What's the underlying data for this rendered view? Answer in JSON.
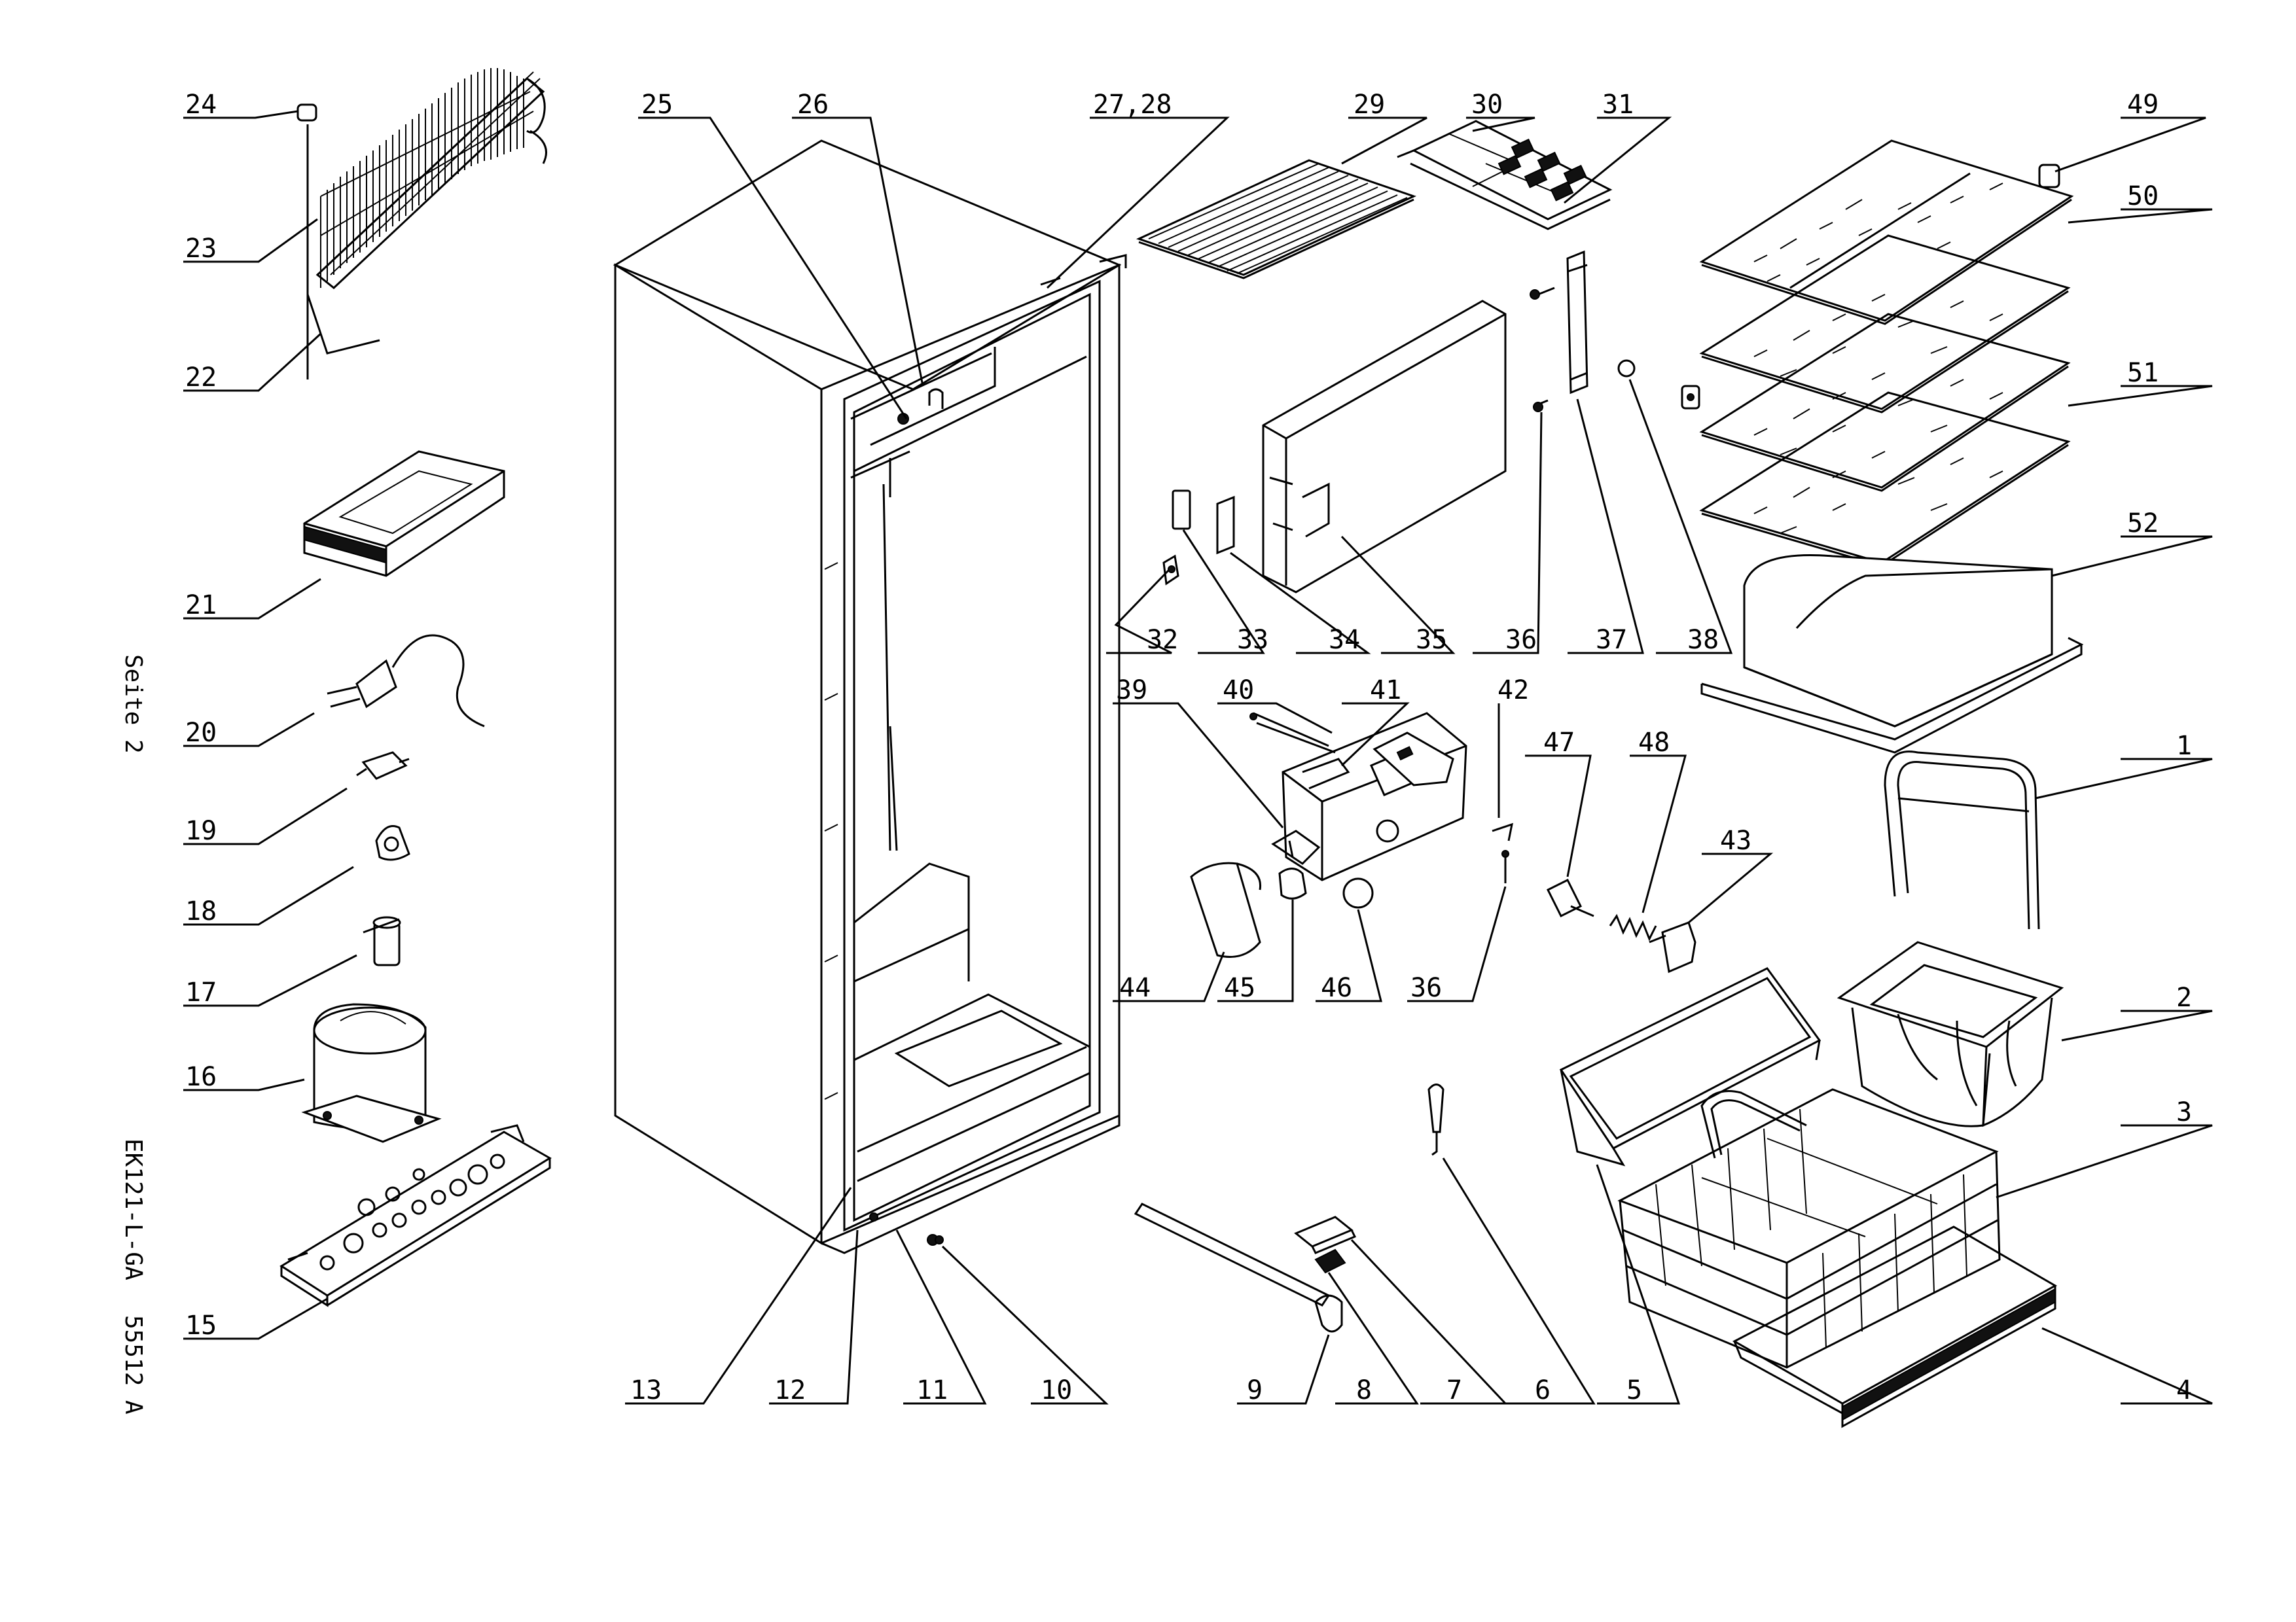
{
  "labels": [
    {
      "id": "24",
      "text": "24"
    },
    {
      "id": "23",
      "text": "23"
    },
    {
      "id": "22",
      "text": "22"
    },
    {
      "id": "21",
      "text": "21"
    },
    {
      "id": "20",
      "text": "20"
    },
    {
      "id": "19",
      "text": "19"
    },
    {
      "id": "18",
      "text": "18"
    },
    {
      "id": "17",
      "text": "17"
    },
    {
      "id": "16",
      "text": "16"
    },
    {
      "id": "15",
      "text": "15"
    },
    {
      "id": "25",
      "text": "25"
    },
    {
      "id": "26",
      "text": "26"
    },
    {
      "id": "27_28",
      "text": "27,28"
    },
    {
      "id": "29",
      "text": "29"
    },
    {
      "id": "30",
      "text": "30"
    },
    {
      "id": "31",
      "text": "31"
    },
    {
      "id": "49",
      "text": "49"
    },
    {
      "id": "50",
      "text": "50"
    },
    {
      "id": "51",
      "text": "51"
    },
    {
      "id": "52",
      "text": "52"
    },
    {
      "id": "1",
      "text": "1"
    },
    {
      "id": "2",
      "text": "2"
    },
    {
      "id": "3",
      "text": "3"
    },
    {
      "id": "4",
      "text": "4"
    },
    {
      "id": "32",
      "text": "32"
    },
    {
      "id": "33",
      "text": "33"
    },
    {
      "id": "34",
      "text": "34"
    },
    {
      "id": "35",
      "text": "35"
    },
    {
      "id": "36a",
      "text": "36"
    },
    {
      "id": "37",
      "text": "37"
    },
    {
      "id": "38",
      "text": "38"
    },
    {
      "id": "39",
      "text": "39"
    },
    {
      "id": "40",
      "text": "40"
    },
    {
      "id": "41",
      "text": "41"
    },
    {
      "id": "42",
      "text": "42"
    },
    {
      "id": "47",
      "text": "47"
    },
    {
      "id": "48",
      "text": "48"
    },
    {
      "id": "43",
      "text": "43"
    },
    {
      "id": "44",
      "text": "44"
    },
    {
      "id": "45",
      "text": "45"
    },
    {
      "id": "46",
      "text": "46"
    },
    {
      "id": "36b",
      "text": "36"
    },
    {
      "id": "13",
      "text": "13"
    },
    {
      "id": "12",
      "text": "12"
    },
    {
      "id": "11",
      "text": "11"
    },
    {
      "id": "10",
      "text": "10"
    },
    {
      "id": "9",
      "text": "9"
    },
    {
      "id": "8",
      "text": "8"
    },
    {
      "id": "7",
      "text": "7"
    },
    {
      "id": "6",
      "text": "6"
    },
    {
      "id": "5",
      "text": "5"
    }
  ],
  "side_text": {
    "page": "Seite 2",
    "model": "EK121-L-GA",
    "code": "55512 A"
  }
}
